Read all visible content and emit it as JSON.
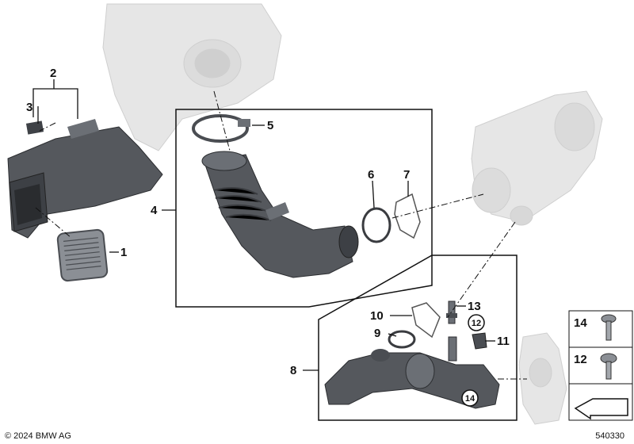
{
  "callouts": {
    "c1": "1",
    "c2": "2",
    "c3": "3",
    "c4": "4",
    "c5": "5",
    "c6": "6",
    "c7": "7",
    "c8": "8",
    "c9": "9",
    "c10": "10",
    "c11": "11",
    "c12": "12",
    "c13": "13",
    "c14": "14"
  },
  "legend": {
    "screw_top": "14",
    "screw_bottom": "12"
  },
  "footer": {
    "copyright": "© 2024 BMW AG",
    "doc_number": "540330"
  },
  "colors": {
    "part_dark": "#4a4d52",
    "part_mid": "#6b6f75",
    "ghost": "#e4e4e4",
    "line": "#111111"
  }
}
